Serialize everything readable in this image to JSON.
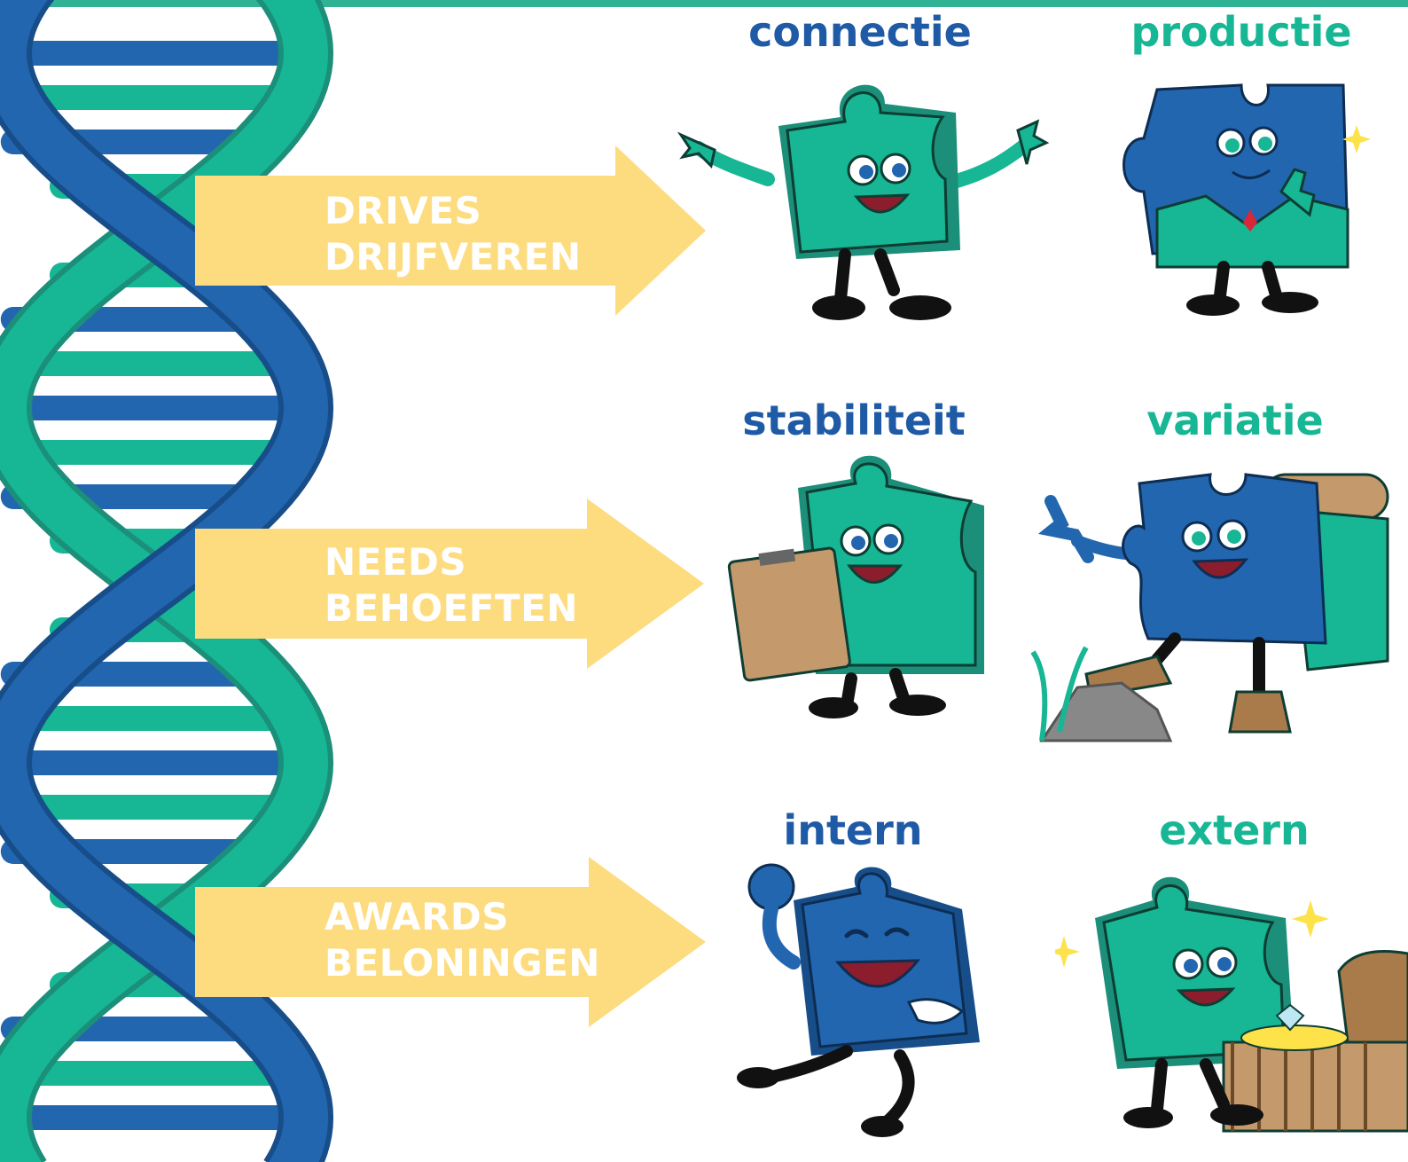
{
  "colors": {
    "accent_bar": "#2fb394",
    "helix_blue": "#2366b0",
    "helix_blue_dark": "#174e8a",
    "helix_green": "#17b694",
    "helix_green_dark": "#1b8f79",
    "arrow_fill": "#fddc80",
    "arrow_text": "#ffffff",
    "title_blue": "#1f5aa6",
    "title_green": "#17b694"
  },
  "arrows": [
    {
      "id": "drives",
      "line1": "DRIVES",
      "line2": "DRIJFVEREN"
    },
    {
      "id": "needs",
      "line1": "NEEDS",
      "line2": "BEHOEFTEN"
    },
    {
      "id": "awards",
      "line1": "AWARDS",
      "line2": "BELONINGEN"
    }
  ],
  "categories": [
    {
      "id": "connectie",
      "label": "connectie",
      "color": "blue",
      "mascot": "green-puzzle-arms-open-icon"
    },
    {
      "id": "productie",
      "label": "productie",
      "color": "green",
      "mascot": "blue-puzzle-suit-thumbs-up-icon"
    },
    {
      "id": "stabiliteit",
      "label": "stabiliteit",
      "color": "blue",
      "mascot": "green-puzzle-clipboard-icon"
    },
    {
      "id": "variatie",
      "label": "variatie",
      "color": "green",
      "mascot": "blue-puzzle-backpack-hiker-icon"
    },
    {
      "id": "intern",
      "label": "intern",
      "color": "blue",
      "mascot": "blue-puzzle-cheering-icon"
    },
    {
      "id": "extern",
      "label": "extern",
      "color": "green",
      "mascot": "green-puzzle-treasure-chest-icon"
    }
  ]
}
